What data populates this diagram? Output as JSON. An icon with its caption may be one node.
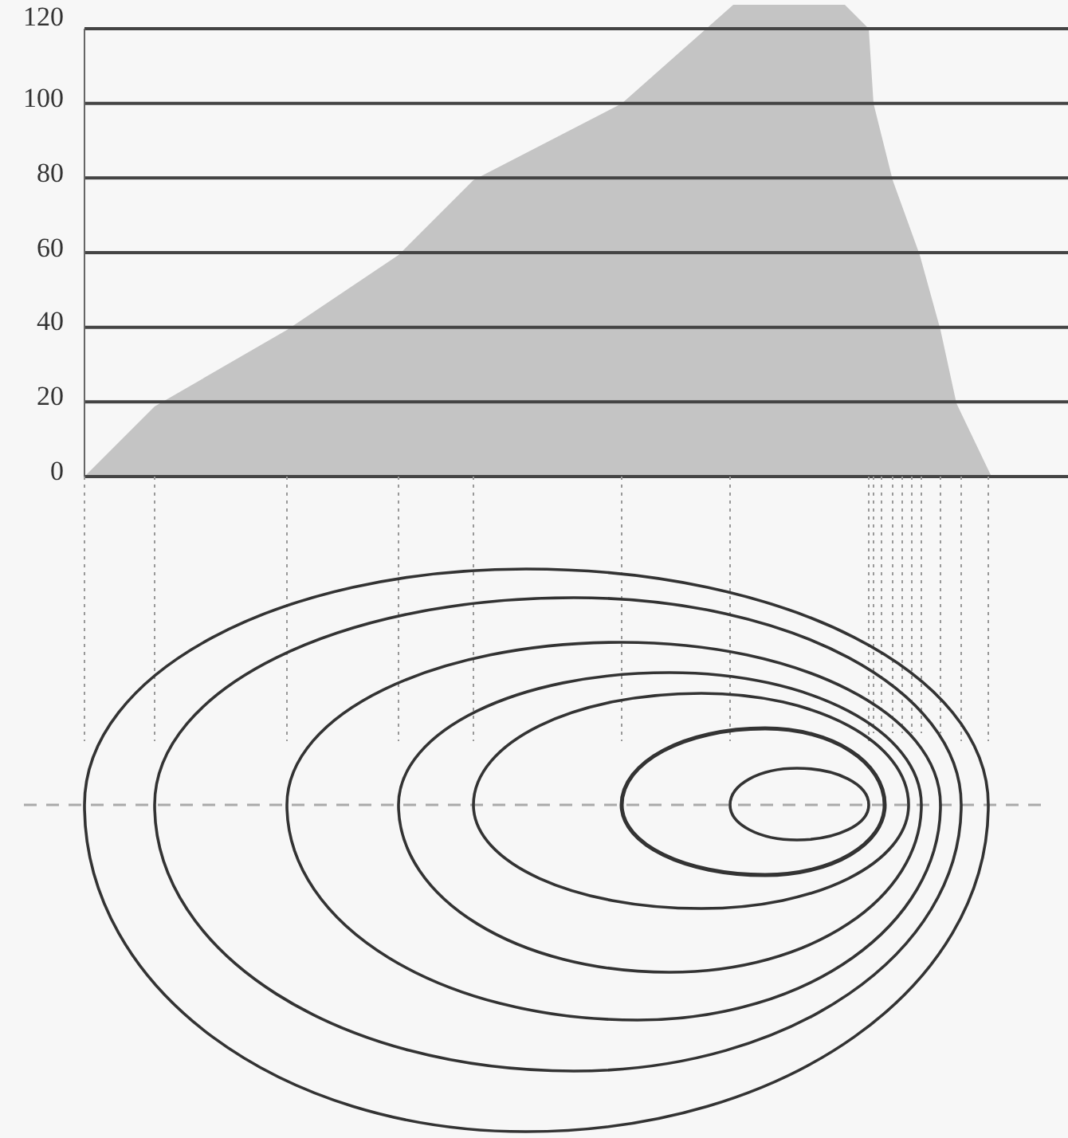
{
  "diagram": {
    "labels": [
      "120",
      "100",
      "80",
      "60",
      "40",
      "20",
      "0"
    ]
  }
}
